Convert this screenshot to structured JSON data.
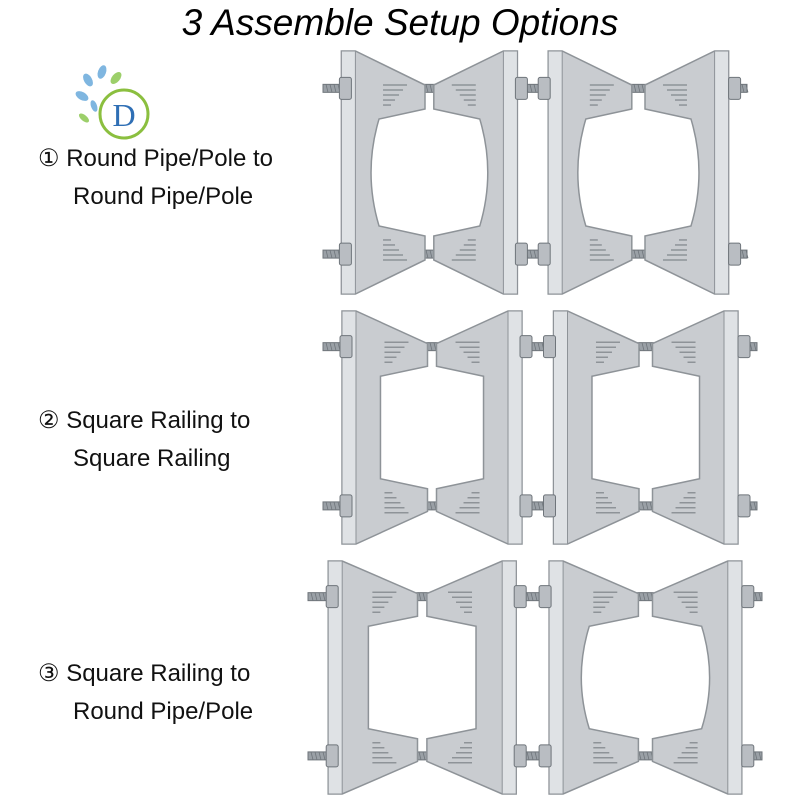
{
  "title": "3 Assemble Setup Options",
  "logo": {
    "icon": "leaf-d-logo-icon",
    "letter": "D"
  },
  "options": [
    {
      "marker": "①",
      "lines": [
        "Round Pipe/Pole to",
        "Round Pipe/Pole"
      ]
    },
    {
      "marker": "②",
      "lines": [
        "Square Railing to",
        "Square Railing"
      ]
    },
    {
      "marker": "③",
      "lines": [
        "Square Railing to",
        "Round Pipe/Pole"
      ]
    }
  ],
  "colors": {
    "metal": "#c9ccd0",
    "metal_dark": "#8e9398",
    "rod": "#9aa0a6",
    "logo_blue": "#2f6fb5",
    "logo_green": "#8bbf3f"
  }
}
